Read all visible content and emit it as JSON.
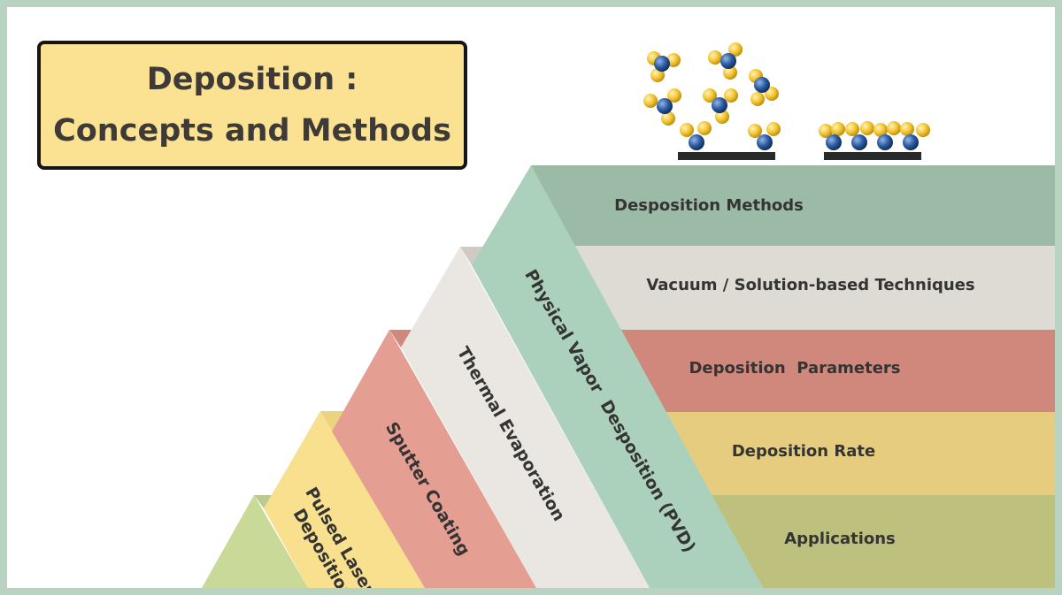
{
  "title": {
    "line1": "Deposition :",
    "line2": "Concepts and Methods"
  },
  "bands": [
    {
      "label": "Desposition Methods",
      "color": "#9cbba6"
    },
    {
      "label": "Vacuum / Solution-based Techniques",
      "color": "#dedad4"
    },
    {
      "label": "Deposition  Parameters",
      "color": "#d0887d"
    },
    {
      "label": "Deposition Rate",
      "color": "#e6cc7f"
    },
    {
      "label": "Applications",
      "color": "#bec07e"
    }
  ],
  "strips": [
    {
      "label_lines": [
        "Physical Vapor  Desposition (PVD)"
      ],
      "color": "#abd1bd"
    },
    {
      "label_lines": [
        "Thermal Evaporation"
      ],
      "color": "#eae7e2"
    },
    {
      "label_lines": [
        "Sputter Coating"
      ],
      "color": "#e59e92"
    },
    {
      "label_lines": [
        "Pulsed Laser",
        "Deposition"
      ],
      "color": "#f8e08e"
    },
    {
      "label_lines": [],
      "color": "#c8d998"
    }
  ],
  "colors": {
    "atom_core": "#2c5aa0",
    "atom_shell": "#f4c430",
    "substrate": "#2a2a2a",
    "frame": "#b9d3c3"
  },
  "icons": [
    "atoms-in-flight-icon",
    "substrate-icon",
    "deposited-film-icon"
  ]
}
